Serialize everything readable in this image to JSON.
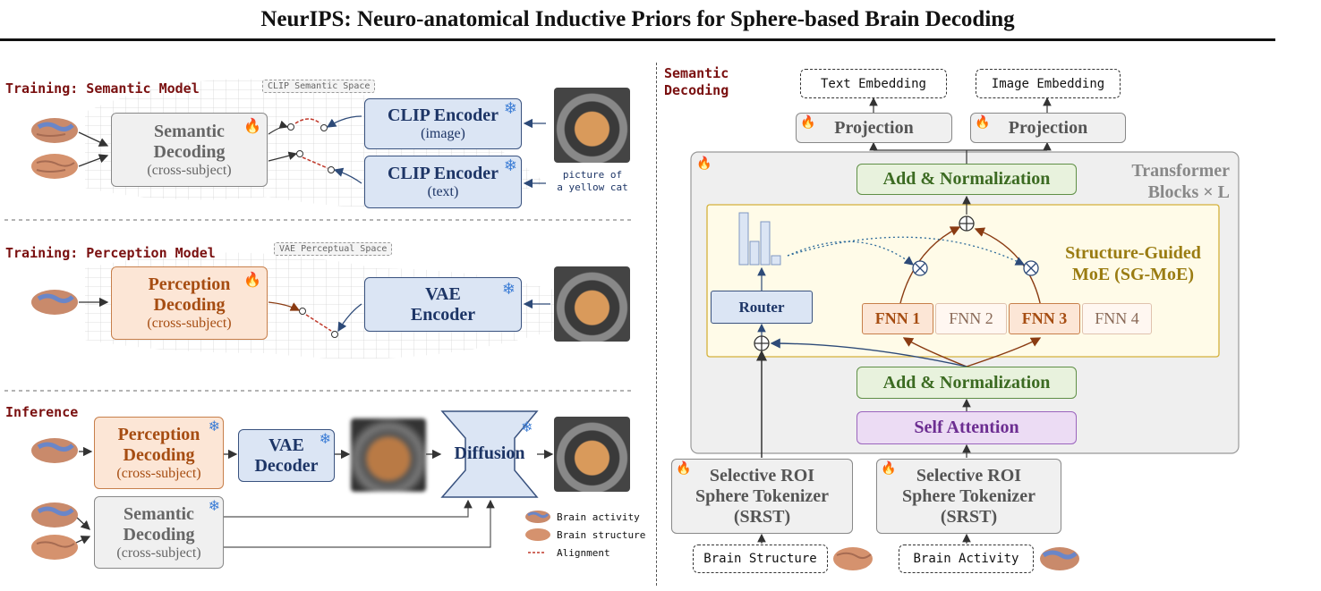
{
  "title": "NeurIPS: Neuro-anatomical Inductive Priors for Sphere-based Brain Decoding",
  "left": {
    "training_semantic": {
      "label": "Training: Semantic Model",
      "space_tag": "CLIP Semantic Space",
      "semantic_box": {
        "line1": "Semantic",
        "line2": "Decoding",
        "line3": "(cross-subject)"
      },
      "clip_image": {
        "line1": "CLIP Encoder",
        "line2": "(image)"
      },
      "clip_text": {
        "line1": "CLIP Encoder",
        "line2": "(text)"
      },
      "caption": {
        "line1": "picture of",
        "line2": "a yellow cat"
      }
    },
    "training_perception": {
      "label": "Training: Perception Model",
      "space_tag": "VAE Perceptual Space",
      "perception_box": {
        "line1": "Perception",
        "line2": "Decoding",
        "line3": "(cross-subject)"
      },
      "vae_encoder": {
        "line1": "VAE",
        "line2": "Encoder"
      }
    },
    "inference": {
      "label": "Inference",
      "perception_box": {
        "line1": "Perception",
        "line2": "Decoding",
        "line3": "(cross-subject)"
      },
      "vae_decoder": {
        "line1": "VAE",
        "line2": "Decoder"
      },
      "diffusion": "Diffusion",
      "semantic_box": {
        "line1": "Semantic",
        "line2": "Decoding",
        "line3": "(cross-subject)"
      }
    },
    "legend": {
      "brain_activity": "Brain activity",
      "brain_structure": "Brain structure",
      "alignment": "Alignment"
    }
  },
  "right": {
    "label_line1": "Semantic",
    "label_line2": "Decoding",
    "text_embedding": "Text Embedding",
    "image_embedding": "Image Embedding",
    "projection_left": "Projection",
    "projection_right": "Projection",
    "add_norm_top": "Add & Normalization",
    "transformer_line1": "Transformer",
    "transformer_line2": "Blocks × L",
    "sgmoe_line1": "Structure-Guided",
    "sgmoe_line2": "MoE (SG-MoE)",
    "router": "Router",
    "fnn": [
      "FNN 1",
      "FNN 2",
      "FNN 3",
      "FNN 4"
    ],
    "add_norm_bottom": "Add & Normalization",
    "self_attention": "Self Attention",
    "srst_left": {
      "line1": "Selective ROI",
      "line2": "Sphere Tokenizer",
      "line3": "(SRST)"
    },
    "srst_right": {
      "line1": "Selective ROI",
      "line2": "Sphere Tokenizer",
      "line3": "(SRST)"
    },
    "brain_structure": "Brain Structure",
    "brain_activity": "Brain Activity"
  },
  "colors": {
    "section_label": "#7a1010",
    "blue_box": "#dbe5f4",
    "orange_box": "#fce6d6",
    "green_box": "#e8f2dd",
    "purple_box": "#ecdcf4",
    "moe_region": "#fffbe8",
    "moe_border": "#d4b13a",
    "flame": "#e06a1b",
    "snowflake": "#3f7fd6"
  }
}
